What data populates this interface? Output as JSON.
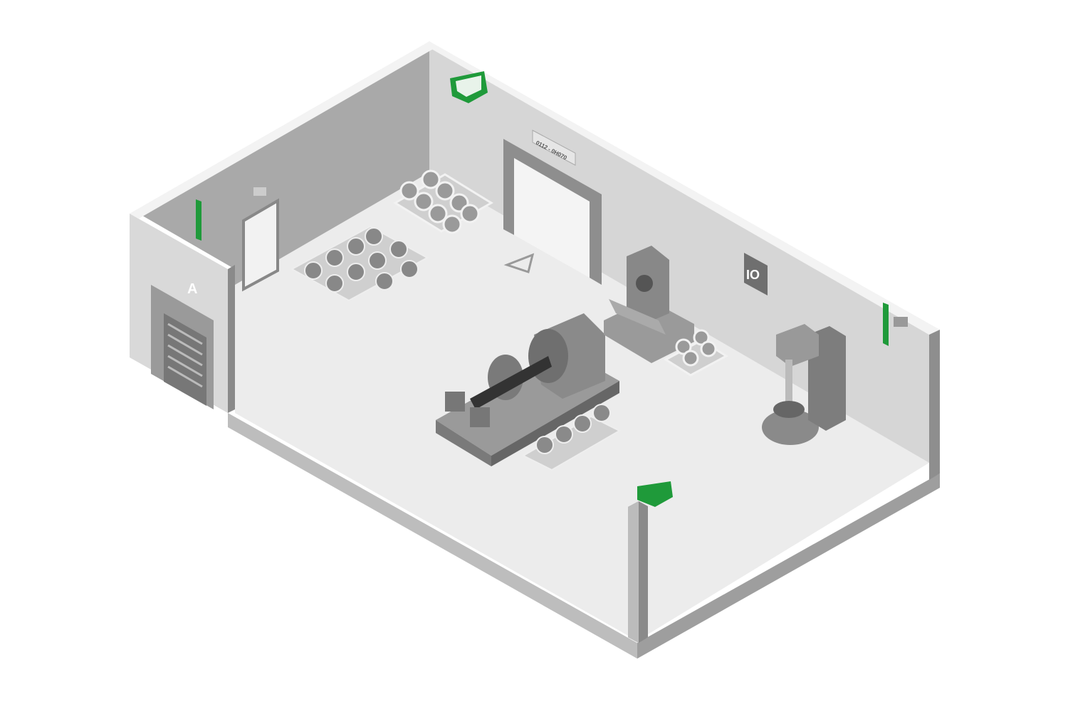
{
  "scene": {
    "loading_door_label": "A",
    "door_sign": "0112 - 0H070",
    "io_panel_label": "IO",
    "colors": {
      "sensor_green": "#1f9a3a",
      "floor": "#e9e9e9",
      "wall_dark": "#a6a6a6",
      "wall_light": "#d4d4d4",
      "machine": "#8c8c8c"
    }
  }
}
